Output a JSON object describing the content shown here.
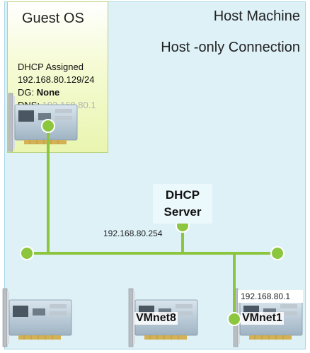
{
  "host": {
    "title": "Host Machine",
    "subtitle": "Host -only Connection"
  },
  "guest": {
    "title": "Guest OS",
    "line1": "DHCP Assigned",
    "ip": "192.168.80.129/24",
    "dg_label": "DG: ",
    "dg_value": "None",
    "dns_label": "DNS: ",
    "dns_value": "192.168.80.1"
  },
  "dhcp": {
    "line1": "DHCP",
    "line2": "Server",
    "ip": "192.168.80.254"
  },
  "vmnet1": {
    "label": "VMnet1",
    "ip": "192.168.80.1"
  },
  "vmnet8": {
    "label": "VMnet8"
  },
  "colors": {
    "wire": "#8cc63f",
    "host_bg": "#ddf1f7",
    "guest_bg": "#eaf5b2"
  }
}
